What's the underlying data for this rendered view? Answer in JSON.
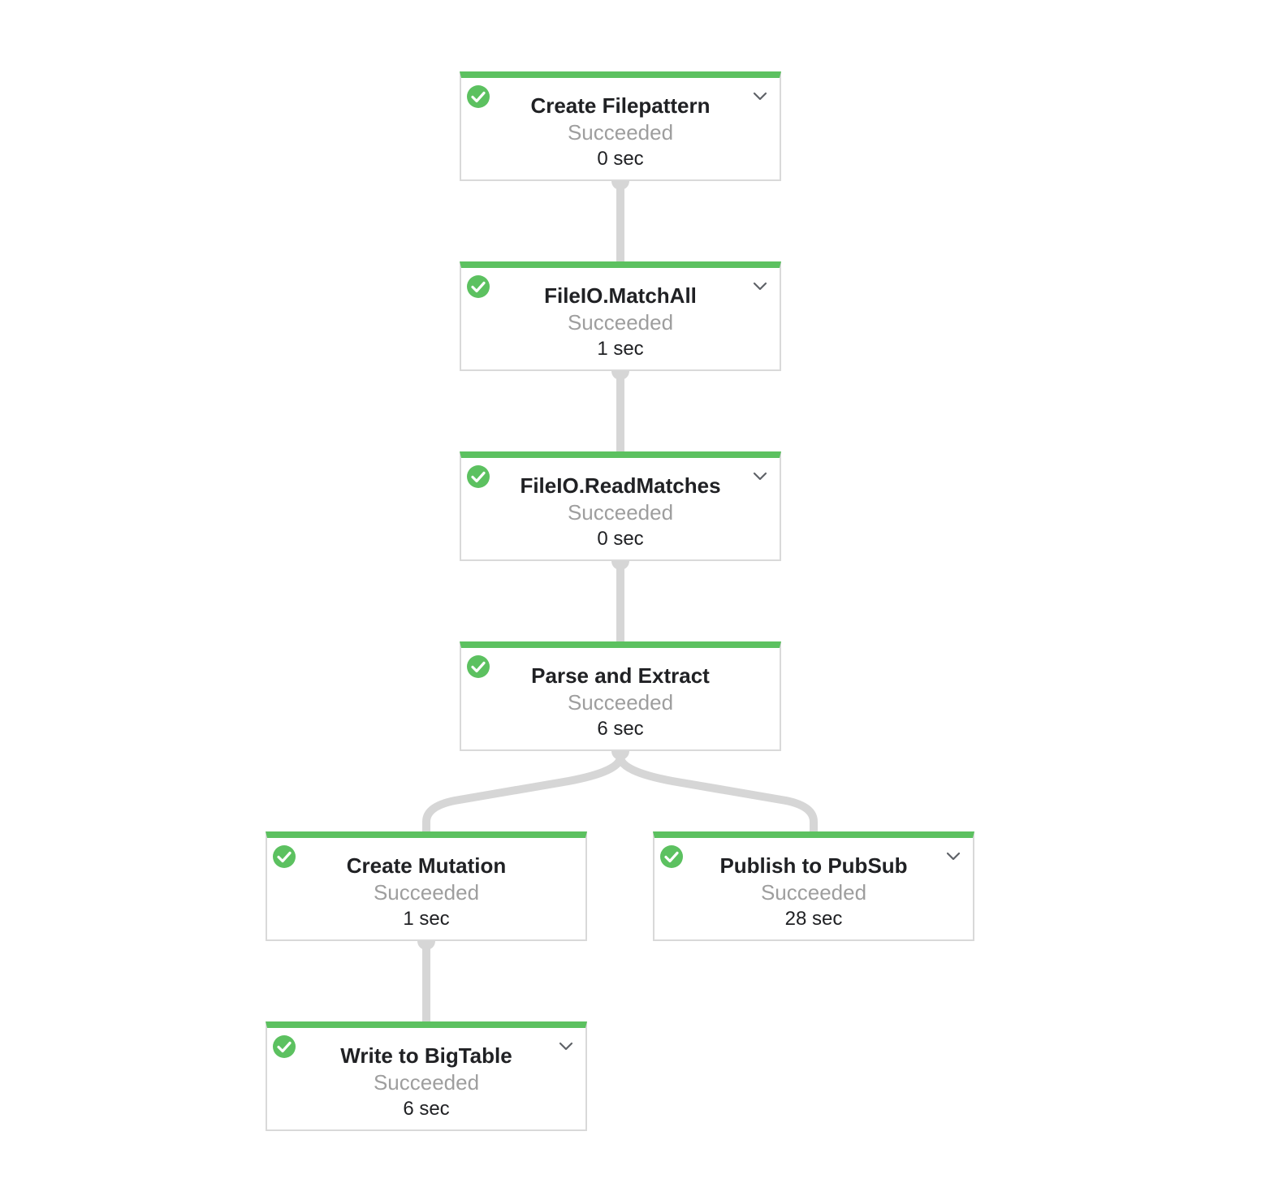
{
  "colors": {
    "success_bar": "#5cc160",
    "success_icon": "#5cc160",
    "connector": "#d6d6d6",
    "node_border": "#d9d9d9",
    "status_text": "#9e9e9e"
  },
  "icons": {
    "status": "check-circle-icon",
    "expand": "chevron-down-icon"
  },
  "steps": [
    {
      "name": "Create Filepattern",
      "status": "Succeeded",
      "duration": "0 sec",
      "has_chevron": true
    },
    {
      "name": "FileIO.MatchAll",
      "status": "Succeeded",
      "duration": "1 sec",
      "has_chevron": true
    },
    {
      "name": "FileIO.ReadMatches",
      "status": "Succeeded",
      "duration": "0 sec",
      "has_chevron": true
    },
    {
      "name": "Parse and Extract",
      "status": "Succeeded",
      "duration": "6 sec",
      "has_chevron": false
    },
    {
      "name": "Create Mutation",
      "status": "Succeeded",
      "duration": "1 sec",
      "has_chevron": false
    },
    {
      "name": "Publish to PubSub",
      "status": "Succeeded",
      "duration": "28 sec",
      "has_chevron": true
    },
    {
      "name": "Write to BigTable",
      "status": "Succeeded",
      "duration": "6 sec",
      "has_chevron": true
    }
  ],
  "edges": [
    [
      "Create Filepattern",
      "FileIO.MatchAll"
    ],
    [
      "FileIO.MatchAll",
      "FileIO.ReadMatches"
    ],
    [
      "FileIO.ReadMatches",
      "Parse and Extract"
    ],
    [
      "Parse and Extract",
      "Create Mutation"
    ],
    [
      "Parse and Extract",
      "Publish to PubSub"
    ],
    [
      "Create Mutation",
      "Write to BigTable"
    ]
  ]
}
